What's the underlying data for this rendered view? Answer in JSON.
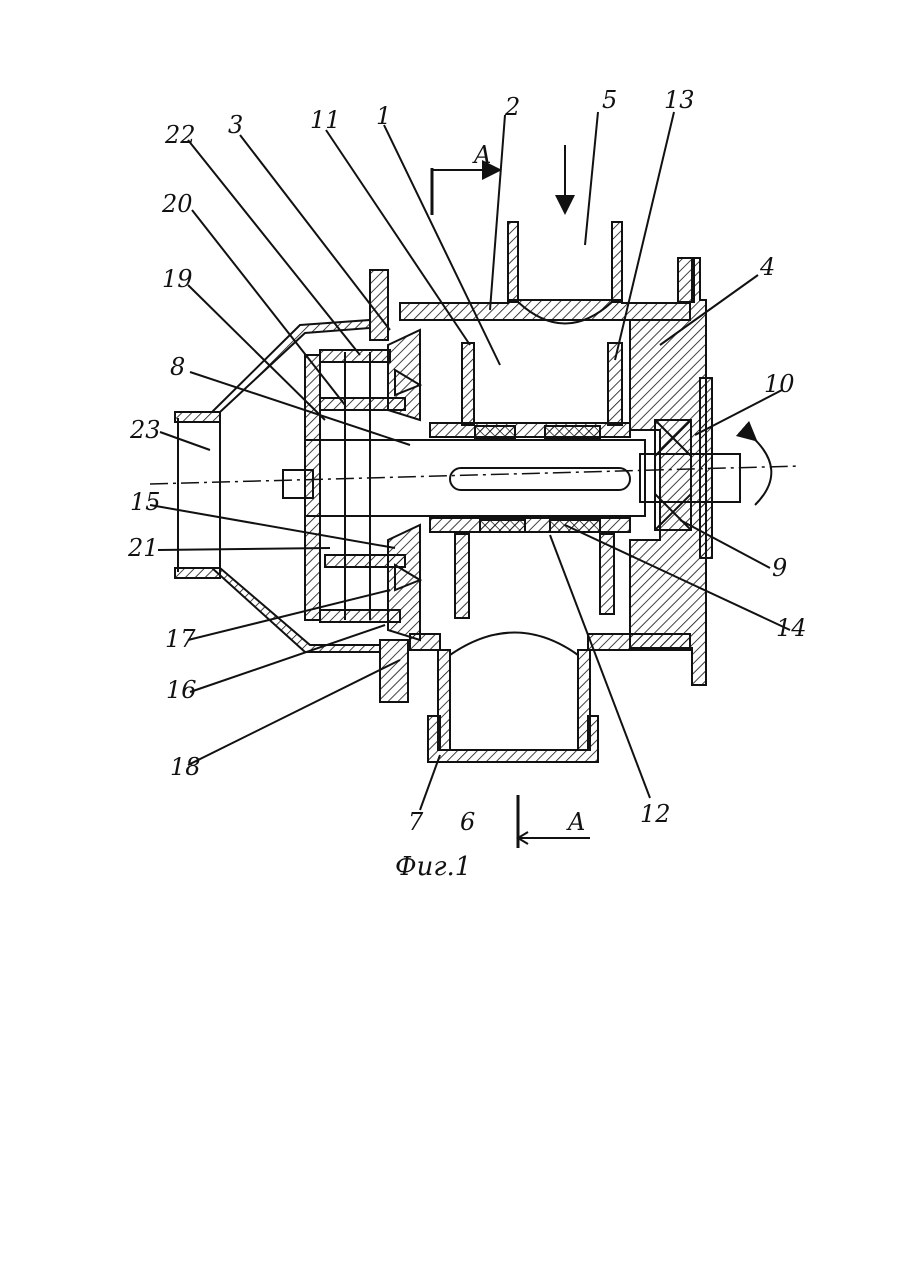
{
  "figure": {
    "caption": "Фиг.1",
    "section_marker": "A",
    "labels": [
      "22",
      "3",
      "11",
      "1",
      "2",
      "5",
      "13",
      "20",
      "19",
      "4",
      "8",
      "10",
      "23",
      "15",
      "21",
      "9",
      "17",
      "14",
      "16",
      "18",
      "12",
      "7",
      "6"
    ]
  }
}
